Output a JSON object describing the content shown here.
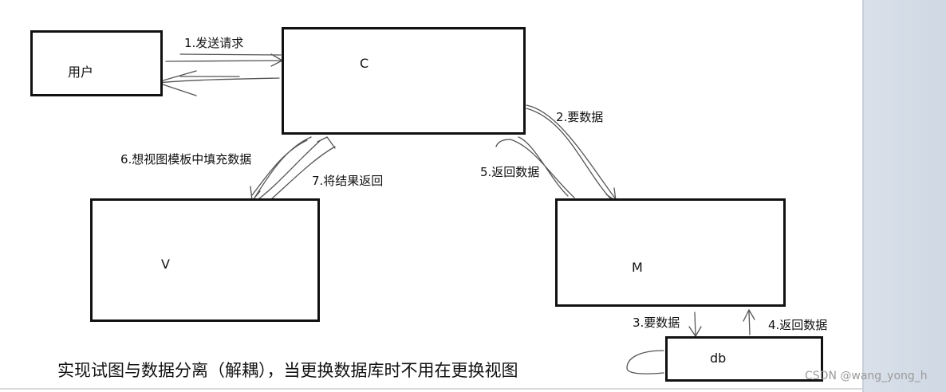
{
  "nodes": {
    "user": "用户",
    "controller": "C",
    "view": "V",
    "model": "M",
    "db": "db"
  },
  "edges": [
    {
      "from": "user",
      "to": "controller",
      "label": "1.发送请求"
    },
    {
      "from": "controller",
      "to": "model",
      "label": "2.要数据"
    },
    {
      "from": "model",
      "to": "db",
      "label": "3.要数据"
    },
    {
      "from": "db",
      "to": "model",
      "label": "4.返回数据"
    },
    {
      "from": "model",
      "to": "controller",
      "label": "5.返回数据"
    },
    {
      "from": "controller",
      "to": "view",
      "label": "6.想视图模板中填充数据"
    },
    {
      "from": "view",
      "to": "controller",
      "label": "7.将结果返回"
    }
  ],
  "caption": "实现试图与数据分离（解耦），当更换数据库时不用在更换视图",
  "watermark": "CSDN @wang_yong_h"
}
